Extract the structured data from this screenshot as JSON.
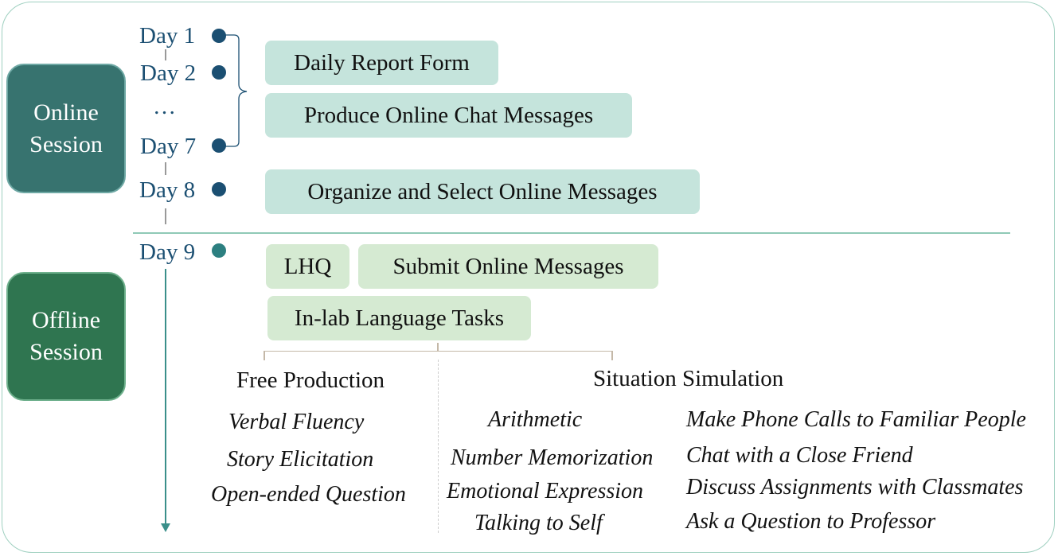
{
  "sessions": {
    "online": {
      "label_line1": "Online",
      "label_line2": "Session",
      "color": "#37736f"
    },
    "offline": {
      "label_line1": "Offline",
      "label_line2": "Session",
      "color": "#2f7550"
    }
  },
  "timeline": {
    "days": [
      "Day 1",
      "Day 2",
      "…",
      "Day 7",
      "Day 8",
      "Day 9"
    ]
  },
  "online_tasks": [
    "Daily Report Form",
    "Produce Online Chat Messages",
    "Organize and Select Online Messages"
  ],
  "offline_tasks": [
    "LHQ",
    "Submit Online Messages",
    "In-lab Language Tasks"
  ],
  "free_production": {
    "heading": "Free Production",
    "items": [
      "Verbal Fluency",
      "Story Elicitation",
      "Open-ended Question"
    ]
  },
  "situation_simulation": {
    "heading": "Situation Simulation",
    "left_items": [
      "Arithmetic",
      "Number Memorization",
      "Emotional Expression",
      "Talking to Self"
    ],
    "right_items": [
      "Make Phone Calls to Familiar People",
      "Chat with a Close Friend",
      "Discuss Assignments with Classmates",
      "Ask a Question to Professor"
    ]
  },
  "colors": {
    "online_task_fill": "#c5e4dc",
    "offline_task_fill": "#d5ead2",
    "day_text": "#1b4f72"
  }
}
